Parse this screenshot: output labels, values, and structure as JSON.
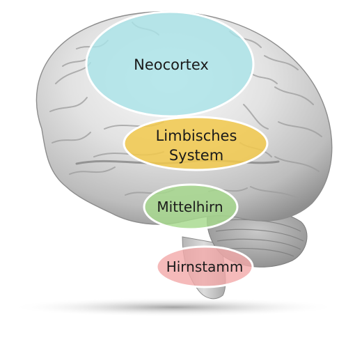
{
  "figure": {
    "regions": [
      {
        "id": "neocortex",
        "lines": [
          "Neocortex"
        ],
        "color": "#a9e3e8"
      },
      {
        "id": "limbic",
        "lines": [
          "Limbisches",
          "System"
        ],
        "color": "#f2c94c"
      },
      {
        "id": "midbrain",
        "lines": [
          "Mittelhirn"
        ],
        "color": "#a6d98c"
      },
      {
        "id": "brainstem",
        "lines": [
          "Hirnstamm"
        ],
        "color": "#f3a9a9"
      }
    ]
  }
}
